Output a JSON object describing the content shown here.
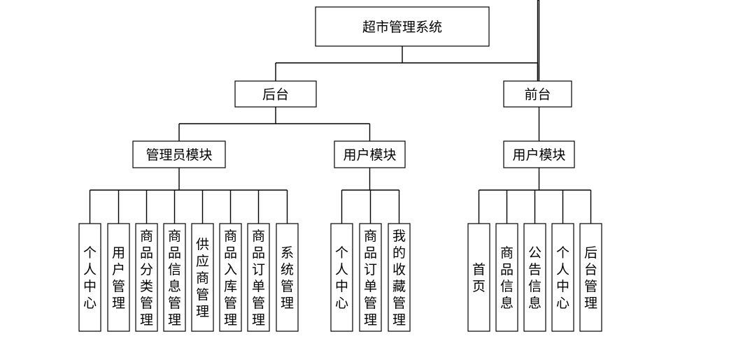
{
  "diagram": {
    "type": "tree",
    "root": {
      "id": "root",
      "label": "超市管理系统",
      "children": [
        {
          "id": "backend",
          "label": "后台",
          "children": [
            {
              "id": "admin",
              "label": "管理员模块",
              "children": [
                {
                  "id": "admin-1",
                  "label": "个人中心"
                },
                {
                  "id": "admin-2",
                  "label": "用户管理"
                },
                {
                  "id": "admin-3",
                  "label": "商品分类管理"
                },
                {
                  "id": "admin-4",
                  "label": "商品信息管理"
                },
                {
                  "id": "admin-5",
                  "label": "供应商管理"
                },
                {
                  "id": "admin-6",
                  "label": "商品入库管理"
                },
                {
                  "id": "admin-7",
                  "label": "商品订单管理"
                },
                {
                  "id": "admin-8",
                  "label": "系统管理"
                }
              ]
            },
            {
              "id": "user-back",
              "label": "用户模块",
              "children": [
                {
                  "id": "user-back-1",
                  "label": "个人中心"
                },
                {
                  "id": "user-back-2",
                  "label": "商品订单管理"
                },
                {
                  "id": "user-back-3",
                  "label": "我的收藏管理"
                }
              ]
            }
          ]
        },
        {
          "id": "frontend",
          "label": "前台",
          "children": [
            {
              "id": "user-front",
              "label": "用户模块",
              "children": [
                {
                  "id": "front-1",
                  "label": "首页"
                },
                {
                  "id": "front-2",
                  "label": "商品信息"
                },
                {
                  "id": "front-3",
                  "label": "公告信息"
                },
                {
                  "id": "front-4",
                  "label": "个人中心"
                },
                {
                  "id": "front-5",
                  "label": "后台管理"
                }
              ]
            }
          ]
        }
      ]
    }
  }
}
